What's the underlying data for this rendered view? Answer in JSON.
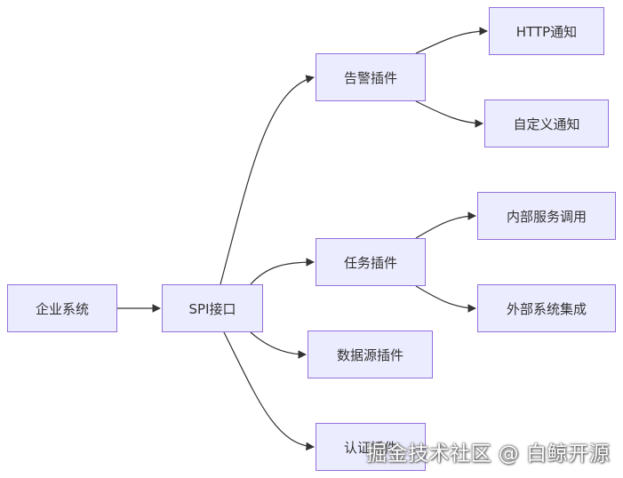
{
  "diagram": {
    "nodes": {
      "enterprise": "企业系统",
      "spi": "SPI接口",
      "alert": "告警插件",
      "task": "任务插件",
      "datasource": "数据源插件",
      "auth": "认证插件",
      "http": "HTTP通知",
      "custom": "自定义通知",
      "internal": "内部服务调用",
      "external": "外部系统集成"
    },
    "edges": [
      [
        "enterprise",
        "spi"
      ],
      [
        "spi",
        "alert"
      ],
      [
        "spi",
        "task"
      ],
      [
        "spi",
        "datasource"
      ],
      [
        "spi",
        "auth"
      ],
      [
        "alert",
        "http"
      ],
      [
        "alert",
        "custom"
      ],
      [
        "task",
        "internal"
      ],
      [
        "task",
        "external"
      ]
    ],
    "colors": {
      "node_fill": "#ECECFF",
      "node_border": "#9370DB",
      "edge": "#333333"
    }
  },
  "watermark": "掘金技术社区 @ 白鲸开源"
}
